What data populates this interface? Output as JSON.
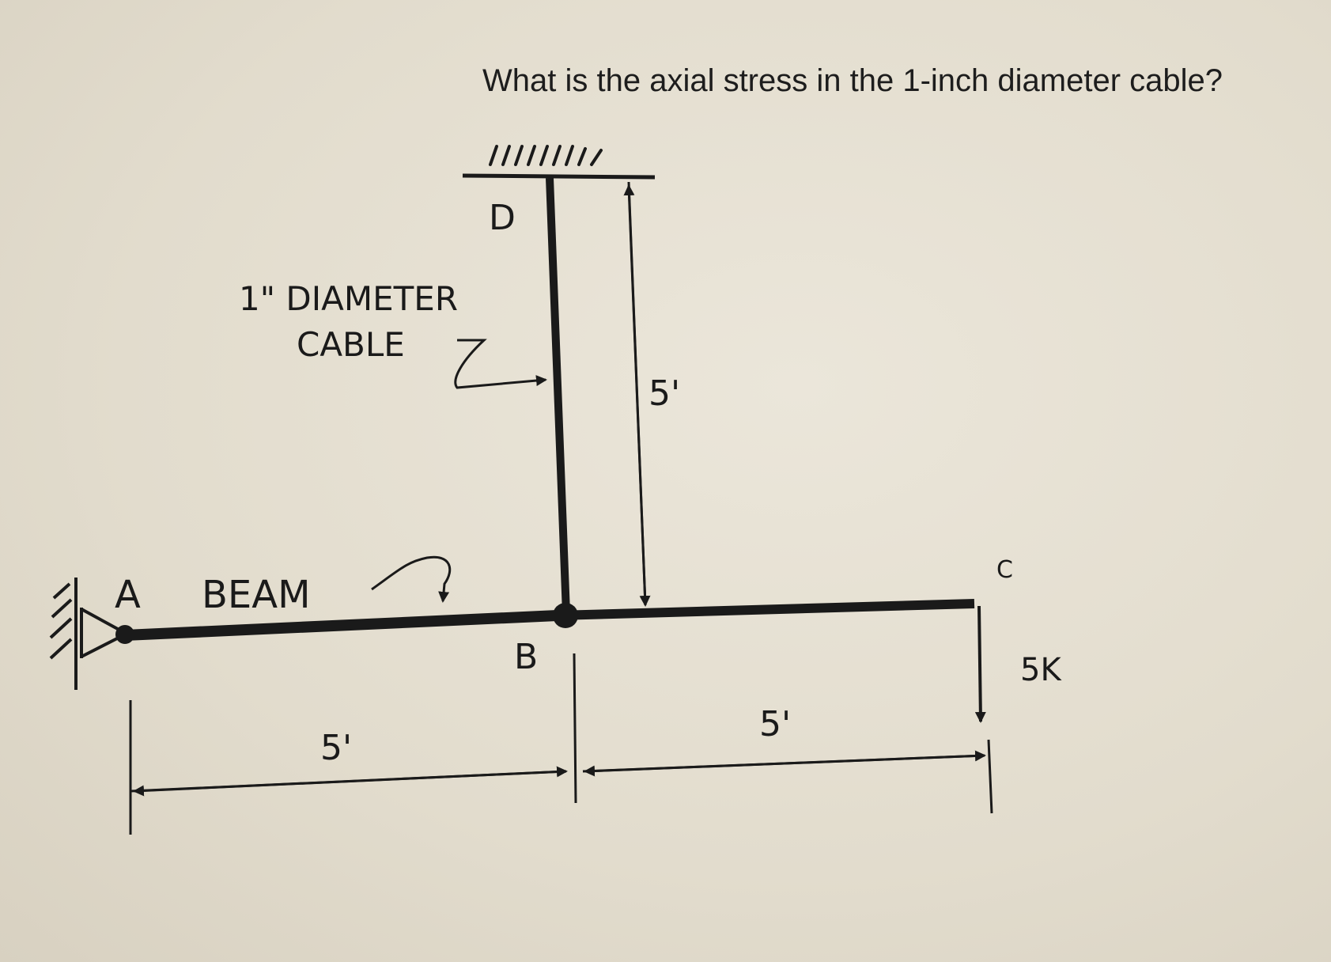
{
  "question": "What is the axial stress in the 1-inch diameter cable?",
  "labels": {
    "point_d": "D",
    "point_a": "A",
    "point_b": "B",
    "point_c": "C",
    "cable_line1": "1\" DIAMETER",
    "cable_line2": "CABLE",
    "beam": "BEAM",
    "cable_length": "5'",
    "span_ab": "5'",
    "span_bc": "5'",
    "load": "5K"
  },
  "colors": {
    "ink": "#1a1a1a",
    "paper": "#e3ddcf"
  }
}
